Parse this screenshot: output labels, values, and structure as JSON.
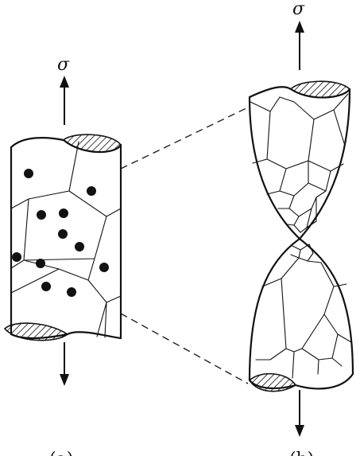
{
  "figure": {
    "sigma_left": "σ",
    "sigma_right": "σ",
    "label_a": "(a)",
    "label_b": "(b)"
  }
}
